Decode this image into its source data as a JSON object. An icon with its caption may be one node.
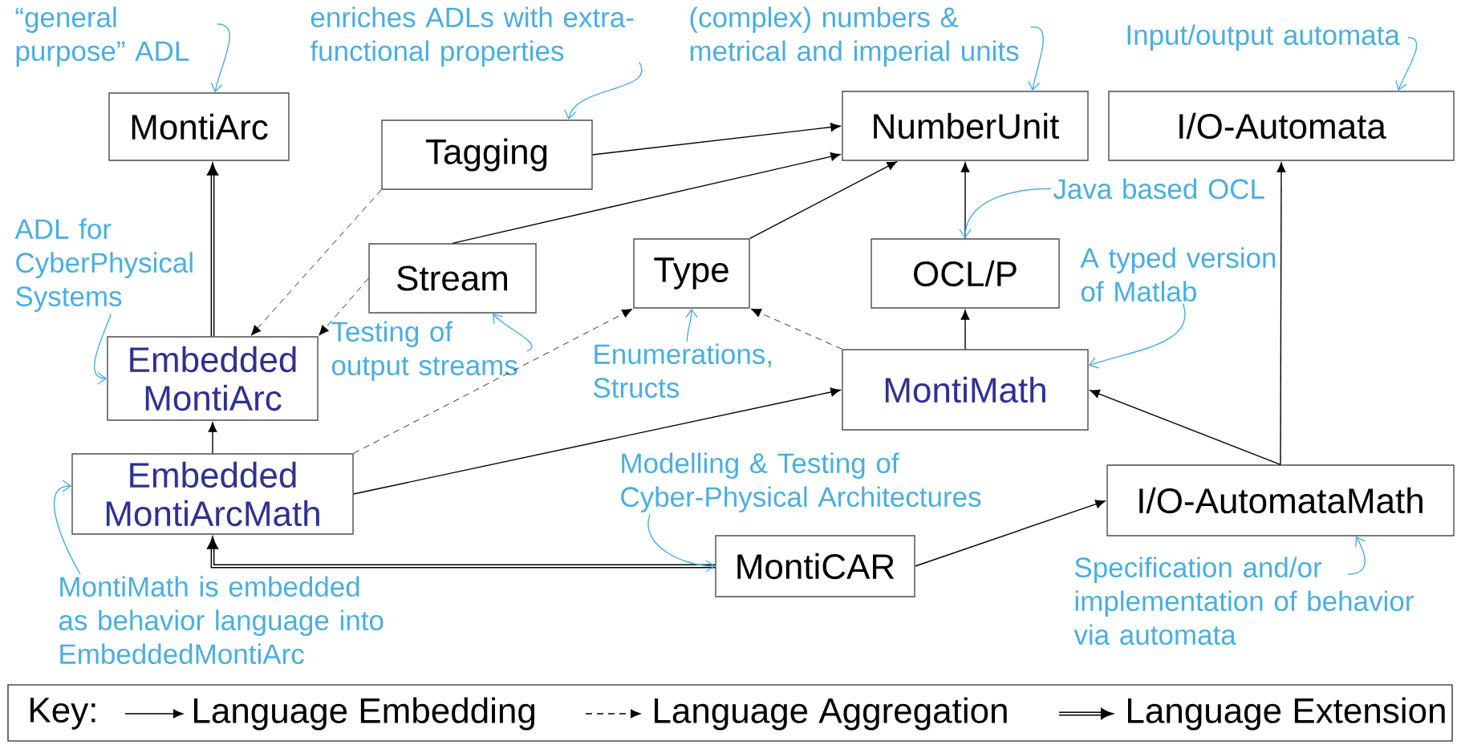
{
  "diagram": {
    "nodes": [
      {
        "text": [
          "MontiArc"
        ]
      },
      {
        "text": [
          "Tagging"
        ]
      },
      {
        "text": [
          "NumberUnit"
        ]
      },
      {
        "text": [
          "I/O-Automata"
        ]
      },
      {
        "text": [
          "Stream"
        ]
      },
      {
        "text": [
          "Type"
        ]
      },
      {
        "text": [
          "OCL/P"
        ]
      },
      {
        "text": [
          "Embedded MontiArc"
        ]
      },
      {
        "text": [
          "MontiMath"
        ]
      },
      {
        "text": [
          "Embedded MontiArcMath"
        ]
      },
      {
        "text": [
          "I/O-AutomataMath"
        ]
      },
      {
        "text": [
          "MontiCAR"
        ]
      },
      {
        "text": [
          "“general purpose” ADL"
        ]
      },
      {
        "text": [
          "enriches ADLs with extra-functional properties"
        ]
      },
      {
        "text": [
          "(complex) numbers & metrical and imperial units"
        ]
      },
      {
        "text": [
          "Input/output automata"
        ]
      },
      {
        "text": [
          "ADL for CyberPhysical Systems"
        ]
      },
      {
        "text": [
          "Testing of output streams"
        ]
      },
      {
        "text": [
          "Enumerations, Structs"
        ]
      },
      {
        "text": [
          "Java based OCL"
        ]
      },
      {
        "text": [
          "A typed version of Matlab"
        ]
      },
      {
        "text": [
          "Modelling & Testing of Cyber-Physical Architectures"
        ]
      },
      {
        "text": [
          "MontiMath is embedded as behavior language into EmbeddedMontiArc"
        ]
      },
      {
        "text": [
          "Specification and/or implementation of behavior via automata"
        ]
      }
    ],
    "edges": [
      {
        "from": 1,
        "to": 2,
        "arrow": "to"
      },
      {
        "from": 4,
        "to": 2,
        "arrow": "to"
      },
      {
        "from": 5,
        "to": 2,
        "arrow": "to"
      },
      {
        "from": 1,
        "to": 7,
        "arrow": "to",
        "style": "dashed"
      },
      {
        "from": 4,
        "to": 7,
        "arrow": "to",
        "style": "dashed"
      },
      {
        "from": 7,
        "to": 0,
        "arrow": "to",
        "style": "thick"
      },
      {
        "from": 9,
        "to": 7,
        "arrow": "to"
      },
      {
        "from": 9,
        "to": 5,
        "arrow": "to",
        "style": "dashed"
      },
      {
        "from": 9,
        "to": 8,
        "arrow": "to"
      },
      {
        "from": 8,
        "to": 5,
        "arrow": "to",
        "style": "dashed"
      },
      {
        "from": 8,
        "to": 6,
        "arrow": "to"
      },
      {
        "from": 6,
        "to": 2,
        "arrow": "to"
      },
      {
        "from": 10,
        "to": 8,
        "arrow": "to"
      },
      {
        "from": 10,
        "to": 3,
        "arrow": "to"
      },
      {
        "from": 11,
        "to": 10,
        "arrow": "to"
      },
      {
        "from": 11,
        "to": 9,
        "arrow": "to",
        "style": "thick"
      },
      {
        "from": 12,
        "to": 0,
        "arrow": "to",
        "color": "#4aaee0"
      },
      {
        "from": 13,
        "to": 1,
        "arrow": "to",
        "color": "#4aaee0"
      },
      {
        "from": 14,
        "to": 2,
        "arrow": "to",
        "color": "#4aaee0"
      },
      {
        "from": 15,
        "to": 3,
        "arrow": "to",
        "color": "#4aaee0"
      },
      {
        "from": 16,
        "to": 7,
        "arrow": "to",
        "color": "#4aaee0"
      },
      {
        "from": 17,
        "to": 4,
        "arrow": "to",
        "color": "#4aaee0"
      },
      {
        "from": 18,
        "to": 5,
        "arrow": "to",
        "color": "#4aaee0"
      },
      {
        "from": 19,
        "to": 6,
        "arrow": "to",
        "color": "#4aaee0"
      },
      {
        "from": 20,
        "to": 8,
        "arrow": "to",
        "color": "#4aaee0"
      },
      {
        "from": 21,
        "to": 11,
        "arrow": "to",
        "color": "#4aaee0"
      },
      {
        "from": 22,
        "to": 9,
        "arrow": "to",
        "color": "#4aaee0"
      },
      {
        "from": 23,
        "to": 10,
        "arrow": "to",
        "color": "#4aaee0"
      }
    ],
    "labels": [
      "Key:"
    ],
    "legend": [
      {
        "text": "Language Embedding"
      },
      {
        "text": "Language Aggregation"
      },
      {
        "text": "Language Extension"
      }
    ]
  }
}
